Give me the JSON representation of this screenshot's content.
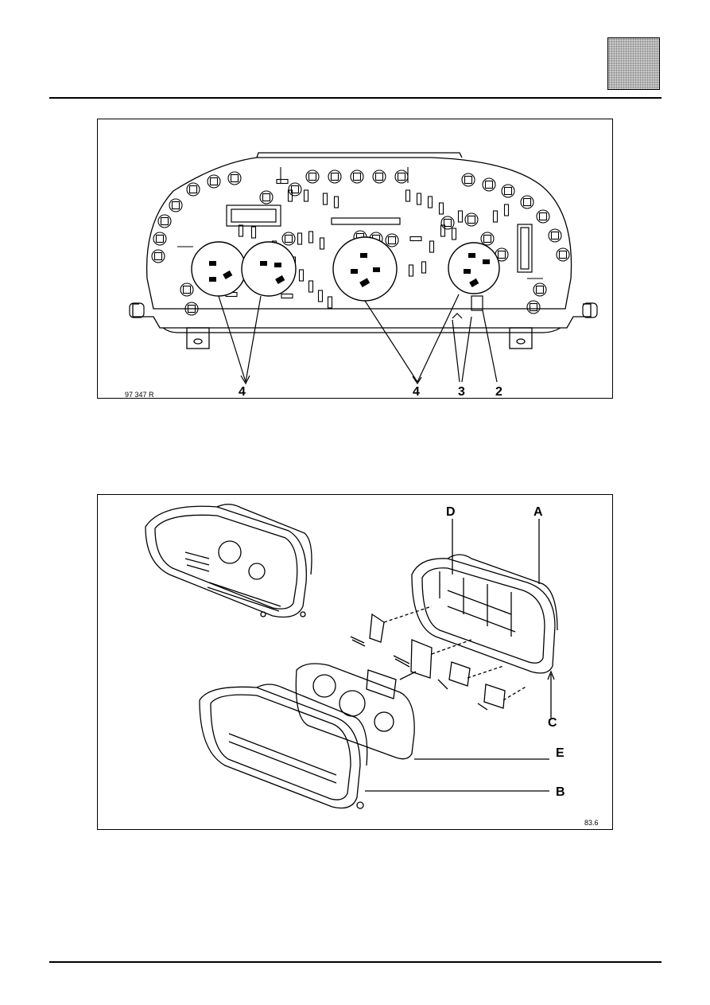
{
  "figure1": {
    "reference": "97 347 R",
    "callouts": {
      "c4_left": "4",
      "c4_right": "4",
      "c3": "3",
      "c2": "2"
    }
  },
  "figure2": {
    "reference": "83.6",
    "callouts": {
      "D": "D",
      "A": "A",
      "C": "C",
      "E": "E",
      "B": "B"
    }
  }
}
